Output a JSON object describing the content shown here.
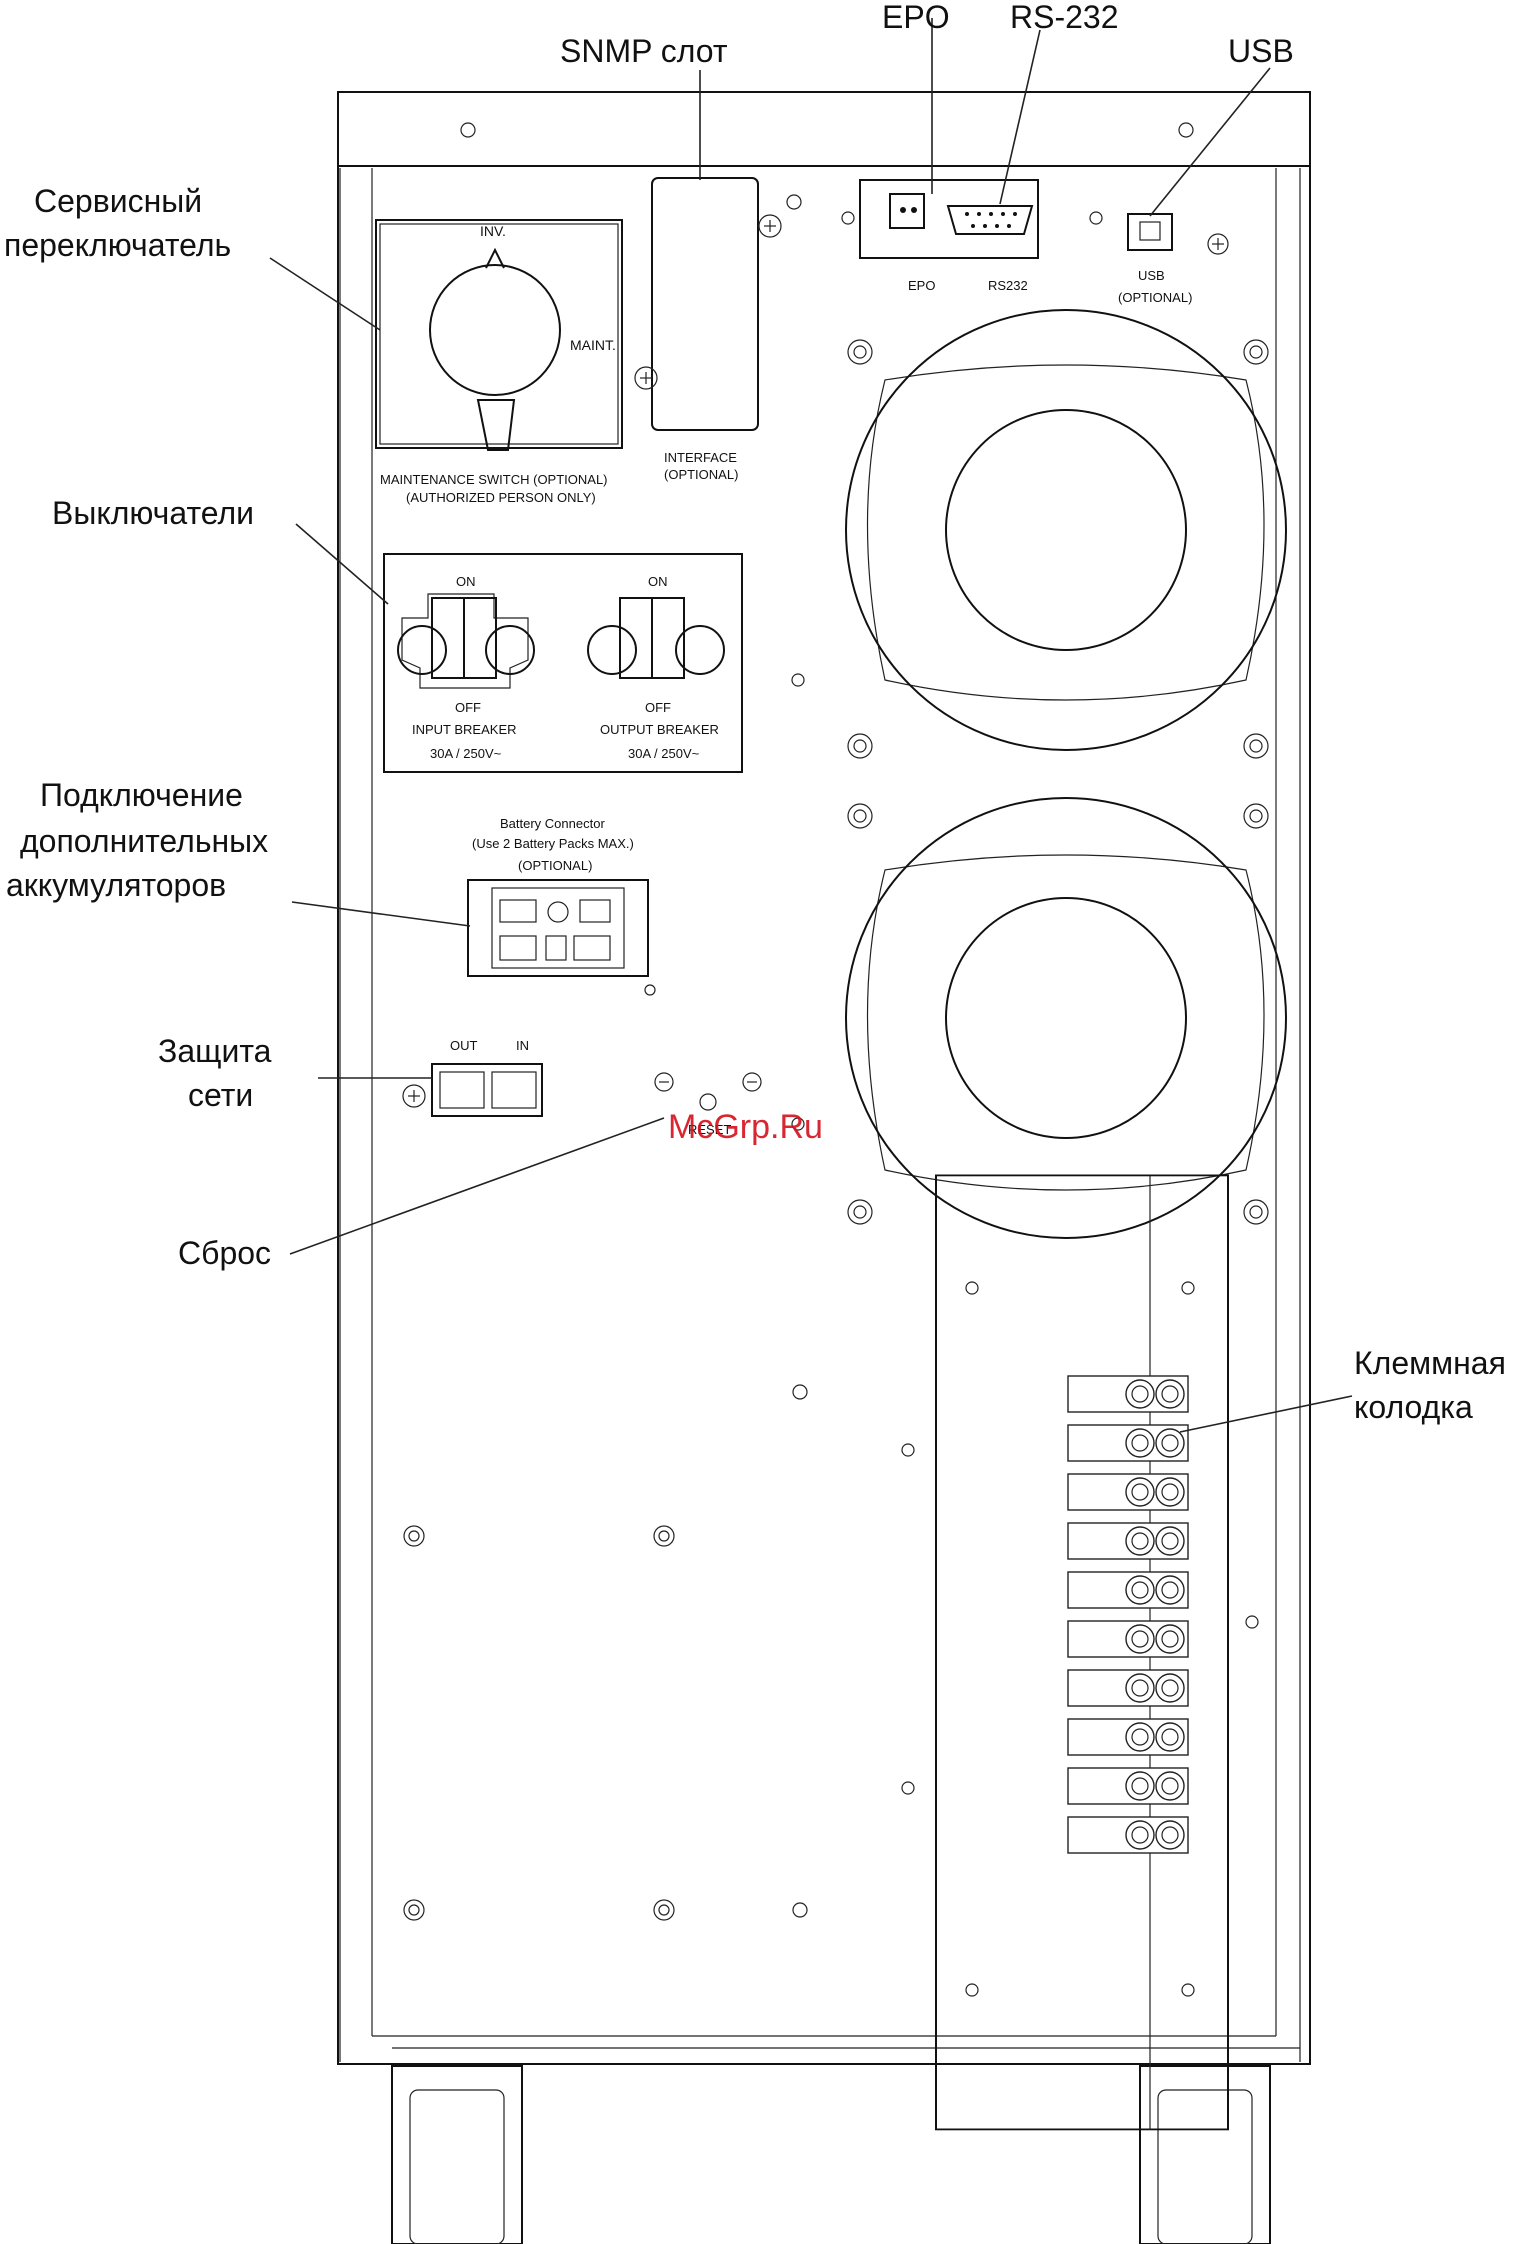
{
  "callouts": {
    "snmp_slot": "SNMP слот",
    "epo": "EPO",
    "rs232": "RS-232",
    "usb": "USB",
    "service_switch_line1": "Сервисный",
    "service_switch_line2": "переключатель",
    "breakers": "Выключатели",
    "battery_line1": "Подключение",
    "battery_line2": "дополнительных",
    "battery_line3": "аккумуляторов",
    "network_line1": "Защита",
    "network_line2": "сети",
    "reset": "Сброс",
    "terminal_line1": "Клеммная",
    "terminal_line2": "колодка"
  },
  "panel": {
    "inv": "INV.",
    "maint": "MAINT.",
    "maint_switch_line1": "MAINTENANCE SWITCH  (OPTIONAL)",
    "maint_switch_line2": "(AUTHORIZED PERSON ONLY)",
    "interface_line1": "INTERFACE",
    "interface_line2": "(OPTIONAL)",
    "epo_port": "EPO",
    "rs232_port": "RS232",
    "usb_port_line1": "USB",
    "usb_port_line2": "(OPTIONAL)",
    "input_on": "ON",
    "output_on": "ON",
    "input_off": "OFF",
    "output_off": "OFF",
    "input_breaker": "INPUT BREAKER",
    "output_breaker": "OUTPUT BREAKER",
    "input_rating": "30A / 250V~",
    "output_rating": "30A / 250V~",
    "battery_conn_line1": "Battery Connector",
    "battery_conn_line2": "(Use 2 Battery Packs MAX.)",
    "battery_conn_line3": "(OPTIONAL)",
    "net_out": "OUT",
    "net_in": "IN",
    "reset_label": "RESET"
  },
  "watermark": "McGrp.Ru"
}
